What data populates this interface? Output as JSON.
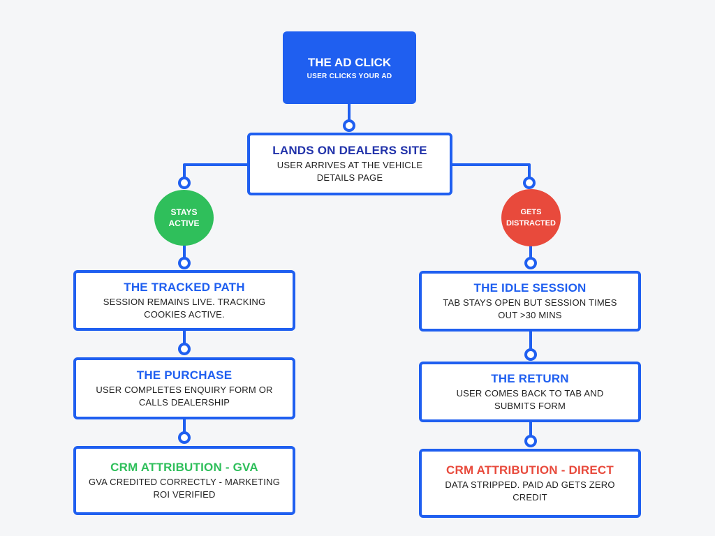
{
  "colors": {
    "blue": "#1f5ff0",
    "green": "#2fbf5b",
    "red": "#e84a3c",
    "background": "#f5f6f8"
  },
  "start": {
    "title": "THE AD CLICK",
    "desc": "USER CLICKS YOUR AD"
  },
  "landing": {
    "title": "LANDS ON DEALERS SITE",
    "desc": "USER ARRIVES AT THE VEHICLE DETAILS PAGE"
  },
  "left": {
    "branch": "STAYS ACTIVE",
    "tracked": {
      "title": "THE TRACKED PATH",
      "desc": "SESSION REMAINS LIVE. TRACKING COOKIES ACTIVE."
    },
    "purchase": {
      "title": "THE PURCHASE",
      "desc": "USER COMPLETES ENQUIRY FORM OR CALLS DEALERSHIP"
    },
    "result": {
      "title": "CRM ATTRIBUTION - GVA",
      "desc": "GVA CREDITED CORRECTLY - MARKETING ROI VERIFIED"
    }
  },
  "right": {
    "branch": "GETS DISTRACTED",
    "idle": {
      "title": "THE IDLE SESSION",
      "desc": "TAB STAYS OPEN BUT SESSION TIMES OUT >30 MINS"
    },
    "return": {
      "title": "THE RETURN",
      "desc": "USER COMES BACK TO TAB AND SUBMITS FORM"
    },
    "result": {
      "title": "CRM ATTRIBUTION - DIRECT",
      "desc": "DATA STRIPPED. PAID AD GETS ZERO CREDIT"
    }
  }
}
